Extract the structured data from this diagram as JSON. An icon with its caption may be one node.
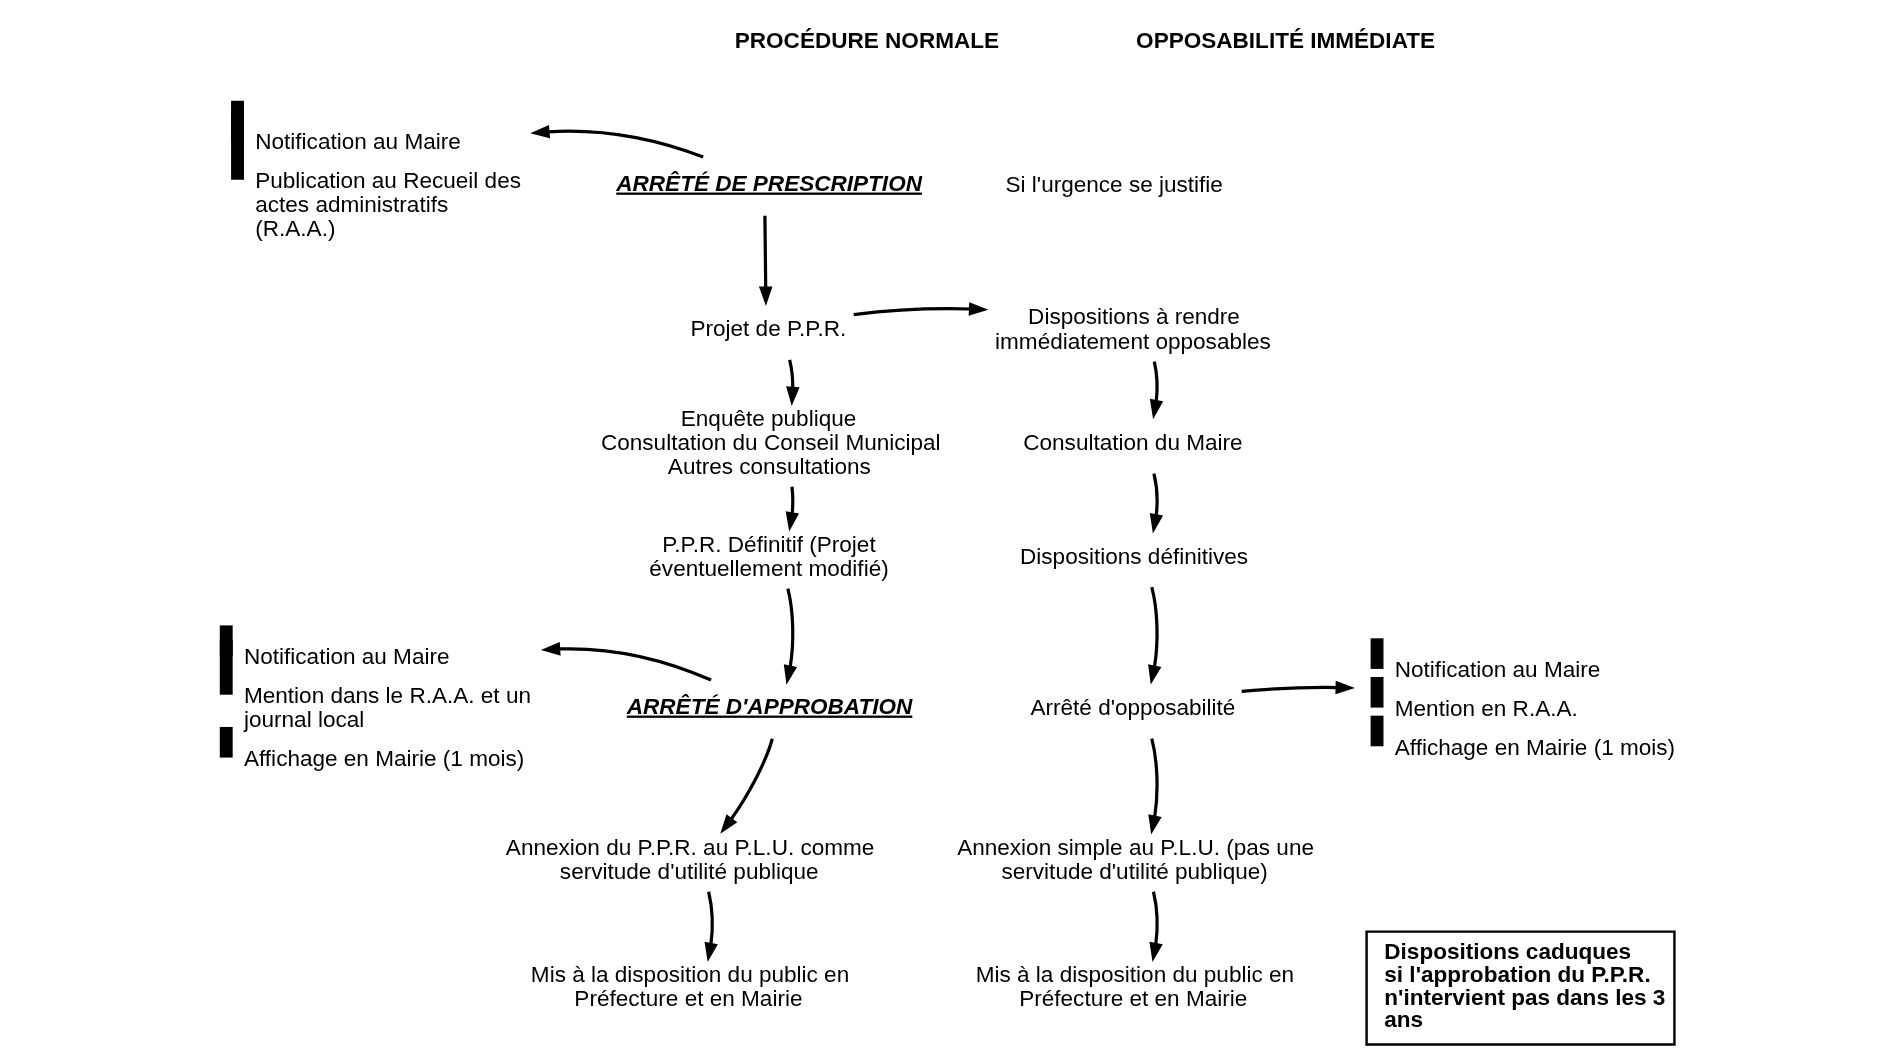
{
  "diagram": {
    "nodes": [
      {
        "text": [
          "ARRÊTÉ DE PRESCRIPTION"
        ]
      },
      {
        "text": [
          "Notification au Maire",
          "Publication au Recueil des actes administratifs (R.A.A.)"
        ]
      },
      {
        "text": [
          "Projet de P.P.R."
        ]
      },
      {
        "text": [
          "Dispositions à rendre immédiatement opposables"
        ]
      },
      {
        "text": [
          "Enquête publique",
          "Consultation du Conseil Municipal",
          "Autres consultations"
        ]
      },
      {
        "text": [
          "Consultation du Maire"
        ]
      },
      {
        "text": [
          "P.P.R. Définitif (Projet éventuellement modifié)"
        ]
      },
      {
        "text": [
          "Dispositions définitives"
        ]
      },
      {
        "text": [
          "ARRÊTÉ D'APPROBATION"
        ]
      },
      {
        "text": [
          "Arrêté d'opposabilité"
        ]
      },
      {
        "text": [
          "Notification au Maire",
          "Mention dans le R.A.A. et un journal local",
          "Affichage en Mairie (1 mois)"
        ]
      },
      {
        "text": [
          "Notification au Maire",
          "Mention en R.A.A.",
          "Affichage en Mairie (1 mois)"
        ]
      },
      {
        "text": [
          "Annexion du P.P.R. au P.L.U. comme servitude d'utilité publique"
        ]
      },
      {
        "text": [
          "Annexion simple au P.L.U. (pas une servitude d'utilité publique)"
        ]
      },
      {
        "text": [
          "Mis à la disposition du public en Préfecture et en Mairie"
        ]
      },
      {
        "text": [
          "Mis à la disposition du public en Préfecture et en Mairie"
        ]
      },
      {
        "text": [
          "Dispositions caduques",
          "si l'approbation du P.P.R. n'intervient pas dans les 3 ans"
        ]
      }
    ],
    "edges": [
      {
        "from": 0,
        "to": 1,
        "arrow": "to"
      },
      {
        "from": 0,
        "to": 2,
        "arrow": "to"
      },
      {
        "from": 2,
        "to": 3,
        "arrow": "to"
      },
      {
        "from": 2,
        "to": 4,
        "arrow": "to"
      },
      {
        "from": 3,
        "to": 5,
        "arrow": "to"
      },
      {
        "from": 4,
        "to": 6,
        "arrow": "to"
      },
      {
        "from": 5,
        "to": 7,
        "arrow": "to"
      },
      {
        "from": 6,
        "to": 8,
        "arrow": "to"
      },
      {
        "from": 7,
        "to": 9,
        "arrow": "to"
      },
      {
        "from": 8,
        "to": 10,
        "arrow": "to"
      },
      {
        "from": 9,
        "to": 11,
        "arrow": "to"
      },
      {
        "from": 8,
        "to": 12,
        "arrow": "to"
      },
      {
        "from": 9,
        "to": 13,
        "arrow": "to"
      },
      {
        "from": 12,
        "to": 14,
        "arrow": "to"
      },
      {
        "from": 13,
        "to": 15,
        "arrow": "to"
      }
    ],
    "labels": [
      "PROCÉDURE NORMALE",
      "OPPOSABILITÉ IMMÉDIATE",
      "Si l'urgence se justifie"
    ]
  }
}
